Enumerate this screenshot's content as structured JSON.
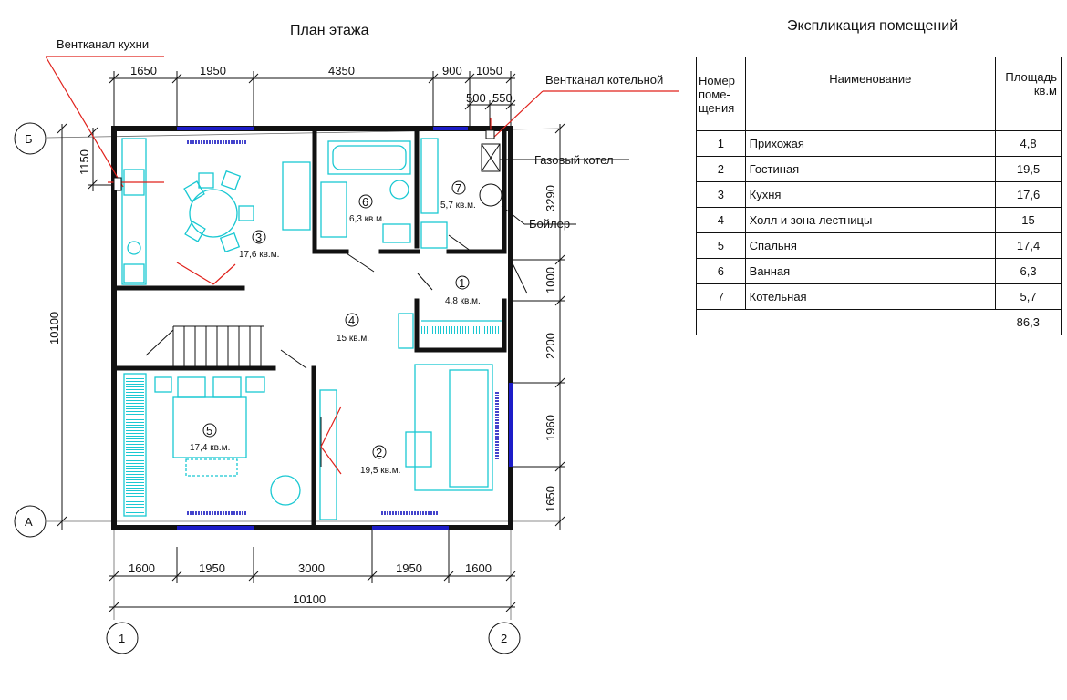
{
  "plan": {
    "title": "План этажа",
    "dims_top_row": [
      "1650",
      "1950",
      "4350",
      "900",
      "1050"
    ],
    "dims_top_sub": [
      "500",
      "550"
    ],
    "dims_bottom": [
      "1600",
      "1950",
      "3000",
      "1950",
      "1600"
    ],
    "dim_total_bottom": "10100",
    "dim_left_total": "10100",
    "dim_left_small": "1150",
    "dims_right": [
      "3290",
      "1000",
      "2200",
      "1960",
      "1650"
    ],
    "axes": {
      "b": "Б",
      "a": "А",
      "one": "1",
      "two": "2"
    },
    "notes": {
      "kitchen_vent": "Вентканал кухни",
      "boiler_vent": "Вентканал котельной",
      "gas_boiler": "Газовый котел",
      "boiler": "Бойлер"
    },
    "rooms": [
      {
        "num": "1",
        "area": "4,8 кв.м."
      },
      {
        "num": "2",
        "area": "19,5 кв.м."
      },
      {
        "num": "3",
        "area": "17,6 кв.м."
      },
      {
        "num": "4",
        "area": "15 кв.м."
      },
      {
        "num": "5",
        "area": "17,4 кв.м."
      },
      {
        "num": "6",
        "area": "6,3 кв.м."
      },
      {
        "num": "7",
        "area": "5,7 кв.м."
      }
    ]
  },
  "explication": {
    "title": "Экспликация помещений",
    "headers": {
      "num_1": "Номер",
      "num_2": "поме-",
      "num_3": "щения",
      "name": "Наименование",
      "area_1": "Площадь",
      "area_2": "кв.м"
    },
    "rows": [
      {
        "num": "1",
        "name": "Прихожая",
        "area": "4,8"
      },
      {
        "num": "2",
        "name": "Гостиная",
        "area": "19,5"
      },
      {
        "num": "3",
        "name": "Кухня",
        "area": "17,6"
      },
      {
        "num": "4",
        "name": "Холл и зона лестницы",
        "area": "15"
      },
      {
        "num": "5",
        "name": "Спальня",
        "area": "17,4"
      },
      {
        "num": "6",
        "name": "Ванная",
        "area": "6,3"
      },
      {
        "num": "7",
        "name": "Котельная",
        "area": "5,7"
      }
    ],
    "total": "86,3"
  }
}
